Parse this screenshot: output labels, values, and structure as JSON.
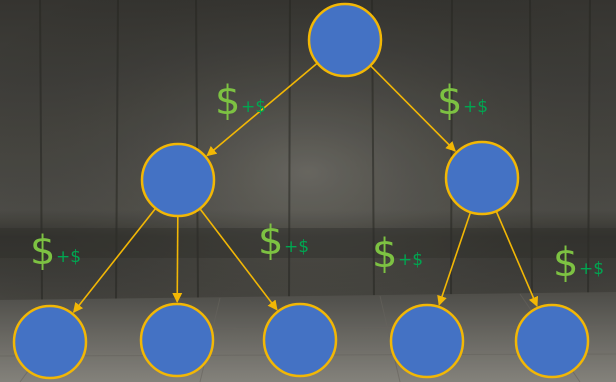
{
  "colors": {
    "node_fill": "#4472c4",
    "node_stroke": "#f2b705",
    "edge": "#f2b705",
    "dollar_large": "#7dc242",
    "dollar_small": "#00a651"
  },
  "tree": {
    "nodes": [
      {
        "id": "root",
        "level": 0
      },
      {
        "id": "l1-left",
        "level": 1
      },
      {
        "id": "l1-right",
        "level": 1
      },
      {
        "id": "l2-1",
        "level": 2
      },
      {
        "id": "l2-2",
        "level": 2
      },
      {
        "id": "l2-3",
        "level": 2
      },
      {
        "id": "l2-4",
        "level": 2
      },
      {
        "id": "l2-5",
        "level": 2
      }
    ],
    "edges": [
      {
        "from": "root",
        "to": "l1-left"
      },
      {
        "from": "root",
        "to": "l1-right"
      },
      {
        "from": "l1-left",
        "to": "l2-1"
      },
      {
        "from": "l1-left",
        "to": "l2-2"
      },
      {
        "from": "l1-left",
        "to": "l2-3"
      },
      {
        "from": "l1-right",
        "to": "l2-4"
      },
      {
        "from": "l1-right",
        "to": "l2-5"
      }
    ]
  },
  "cost_labels": [
    {
      "id": "cost-root-left",
      "symbol": "$",
      "increment": "+$"
    },
    {
      "id": "cost-root-right",
      "symbol": "$",
      "increment": "+$"
    },
    {
      "id": "cost-l1left-a",
      "symbol": "$",
      "increment": "+$"
    },
    {
      "id": "cost-l1left-b",
      "symbol": "$",
      "increment": "+$"
    },
    {
      "id": "cost-l1right-a",
      "symbol": "$",
      "increment": "+$"
    },
    {
      "id": "cost-l1right-b",
      "symbol": "$",
      "increment": "+$"
    }
  ]
}
